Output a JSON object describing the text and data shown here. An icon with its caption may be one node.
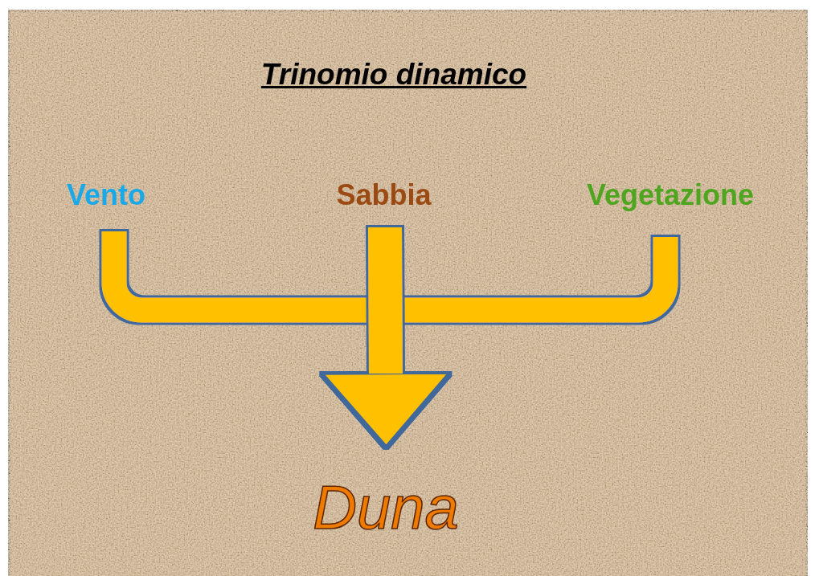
{
  "diagram": {
    "title": "Trinomio dinamico",
    "nodes": [
      {
        "text": [
          "Vento"
        ]
      },
      {
        "text": [
          "Sabbia"
        ]
      },
      {
        "text": [
          "Vegetazione"
        ]
      },
      {
        "text": [
          "Duna"
        ]
      }
    ],
    "edges": [
      {
        "from": 0,
        "to": 3,
        "arrow": "to"
      },
      {
        "from": 2,
        "to": 3,
        "arrow": "to"
      },
      {
        "from": 1,
        "to": 3,
        "arrow": "to"
      }
    ]
  }
}
